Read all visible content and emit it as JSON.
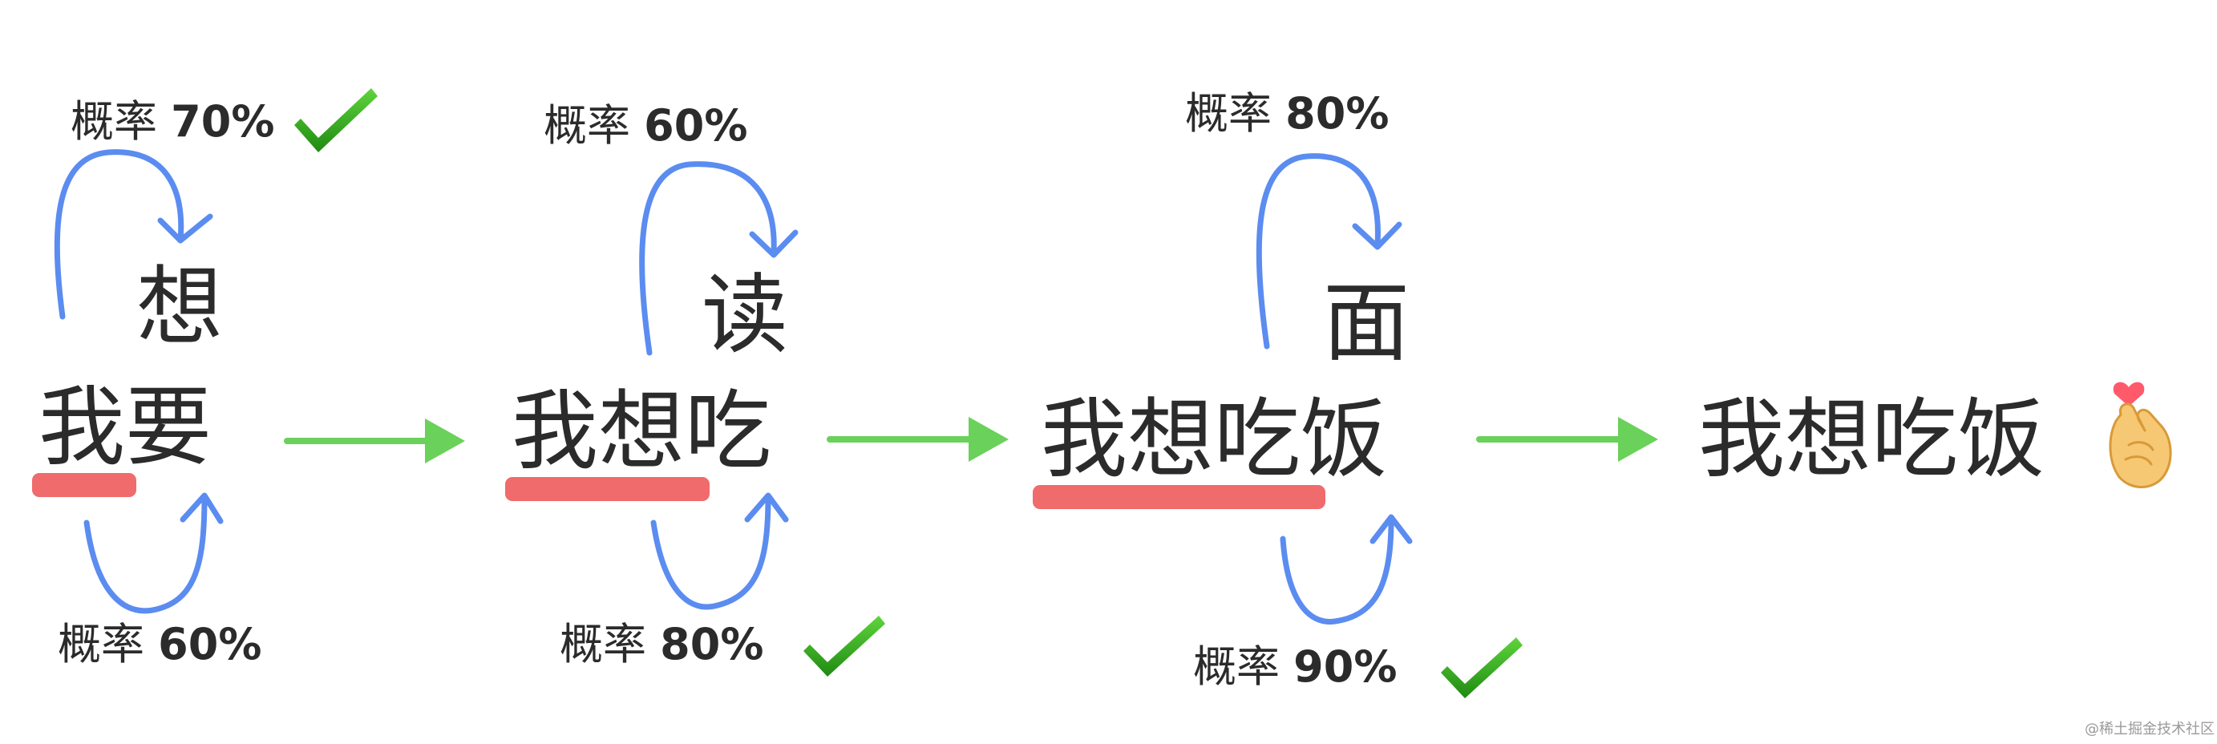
{
  "colors": {
    "loop_arrow": "#5b8cf0",
    "flow_arrow": "#6ad15a",
    "underline": "#f06b6b",
    "check": "#2fa11b",
    "text": "#2b2b2b"
  },
  "steps": [
    {
      "base": "我要",
      "top": {
        "candidate": "想",
        "label": "概率",
        "prob": "70%",
        "chosen": true
      },
      "bottom": {
        "label": "概率",
        "prob": "60%",
        "chosen": false
      }
    },
    {
      "base": "我想吃",
      "top": {
        "candidate": "读",
        "label": "概率",
        "prob": "60%",
        "chosen": false
      },
      "bottom": {
        "label": "概率",
        "prob": "80%",
        "chosen": true
      }
    },
    {
      "base": "我想吃饭",
      "top": {
        "candidate": "面",
        "label": "概率",
        "prob": "80%",
        "chosen": false
      },
      "bottom": {
        "label": "概率",
        "prob": "90%",
        "chosen": true
      }
    }
  ],
  "final": {
    "text": "我想吃饭",
    "emoji": "🫰"
  },
  "watermark": "@稀土掘金技术社区"
}
